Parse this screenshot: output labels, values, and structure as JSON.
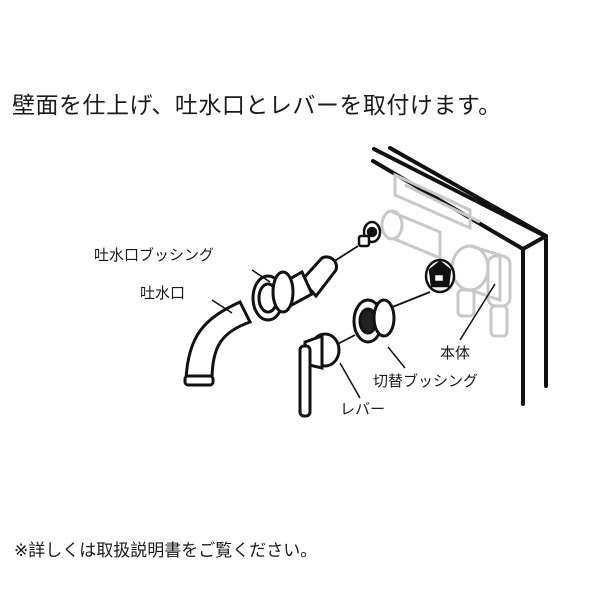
{
  "title": "壁面を仕上げ、吐水口とレバーを取付けます。",
  "note": "※詳しくは取扱説明書をご覧ください。",
  "labels": {
    "spout_bushing": "吐水口ブッシング",
    "spout": "吐水口",
    "body": "本体",
    "switch_bushing": "切替ブッシング",
    "lever": "レバー"
  },
  "colors": {
    "line": "#111111",
    "ghost": "#c8c8c8",
    "background": "#ffffff"
  }
}
